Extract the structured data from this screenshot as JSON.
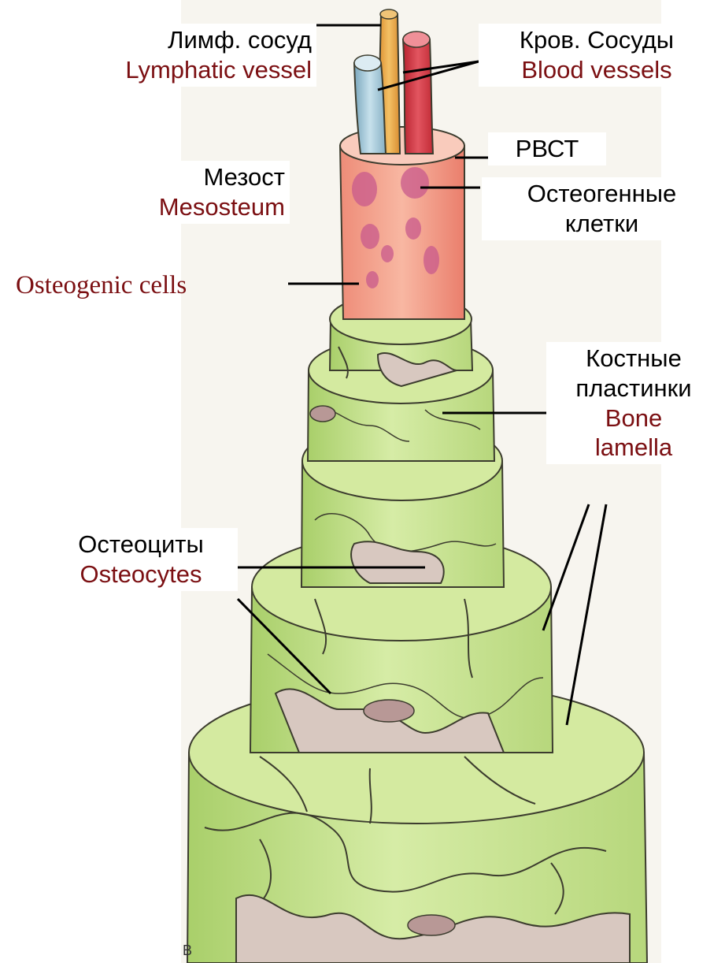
{
  "labels": {
    "lymphatic_ru": "Лимф. сосуд",
    "lymphatic_en": "Lymphatic vessel",
    "blood_ru": "Кров. Сосуды",
    "blood_en": "Blood vessels",
    "rvst": "РВСТ",
    "mesosteum_ru": "Мезост",
    "mesosteum_en": "Mesosteum",
    "osteogenic_ru_1": "Остеогенные",
    "osteogenic_ru_2": "клетки",
    "osteogenic_en": "Osteogenic cells",
    "lamella_ru_1": "Костные",
    "lamella_ru_2": "пластинки",
    "lamella_en_1": "Bone",
    "lamella_en_2": "lamella",
    "osteocytes_ru": "Остеоциты",
    "osteocytes_en": "Osteocytes"
  },
  "figure_letter": "В",
  "colors": {
    "lamella_green": "#c4df8a",
    "lamella_light": "#dcefb0",
    "osteocyte_gray": "#d8c8c0",
    "nucleus": "#b89896",
    "canal_pink": "#f19a88",
    "lymph_orange": "#e9a24a",
    "blood_red": "#d83a45",
    "blood_blue": "#9cc3d6",
    "english_label": "#7b0f12"
  }
}
